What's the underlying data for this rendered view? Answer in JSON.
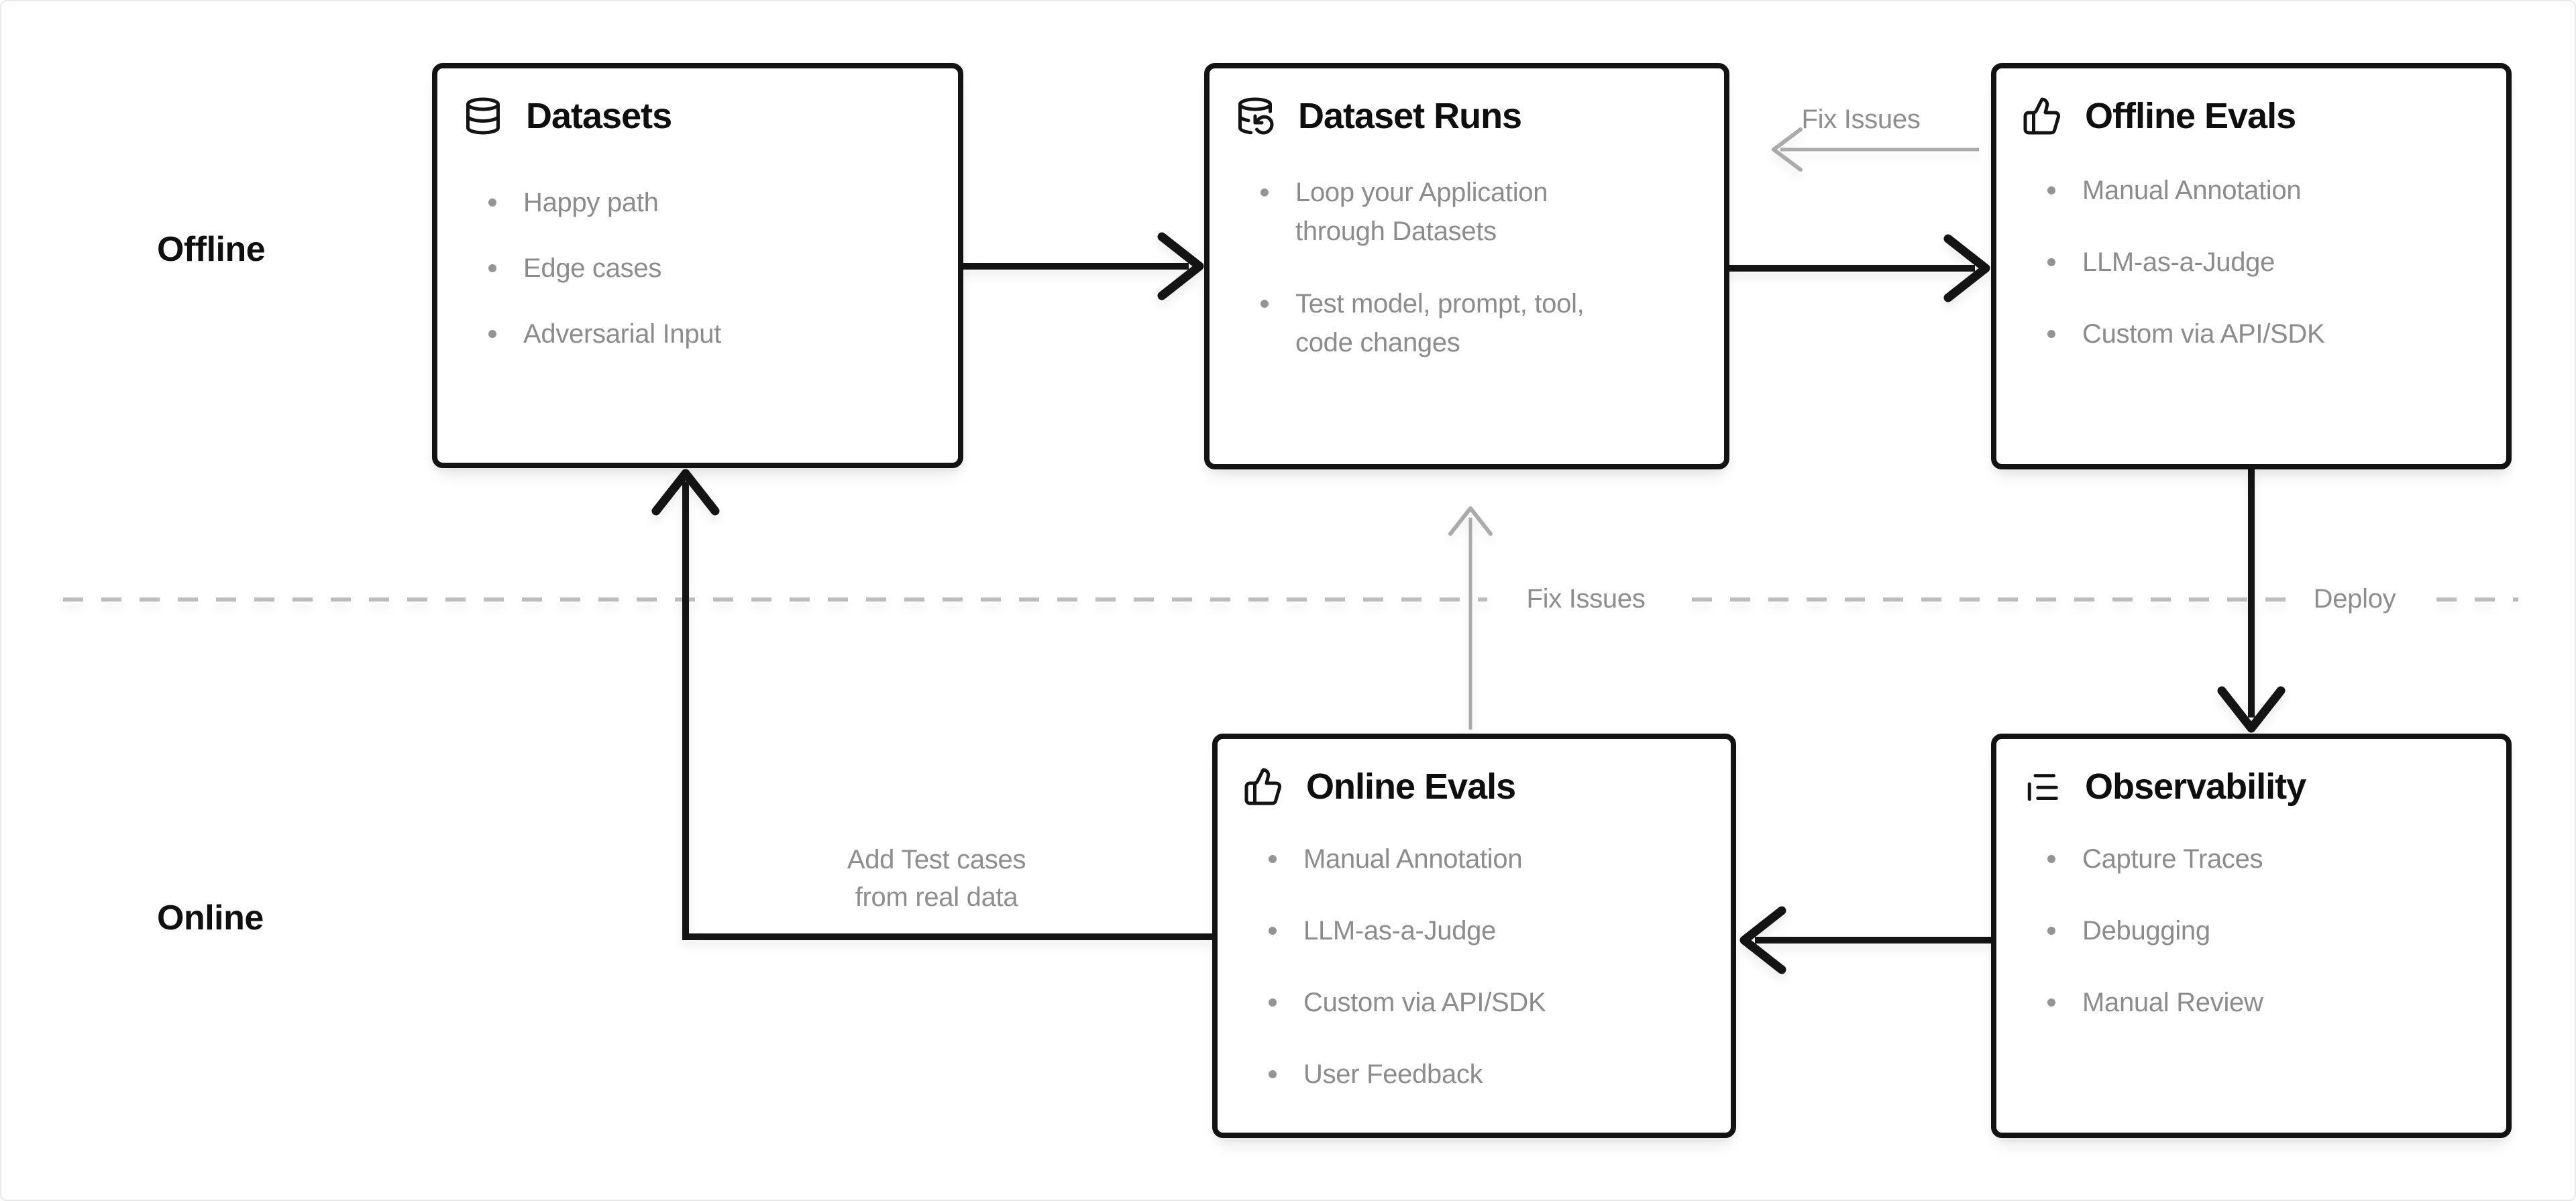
{
  "page": {
    "offline_label": "Offline",
    "online_label": "Online"
  },
  "boxes": {
    "datasets": {
      "title": "Datasets",
      "icon": "database-icon",
      "items": [
        "Happy path",
        "Edge cases",
        "Adversarial Input"
      ]
    },
    "dataset_runs": {
      "title": "Dataset Runs",
      "icon": "database-refresh-icon",
      "items": [
        "Loop your Application\nthrough Datasets",
        "Test model, prompt, tool,\ncode changes"
      ]
    },
    "offline_evals": {
      "title": "Offline Evals",
      "icon": "thumbs-up-icon",
      "items": [
        "Manual Annotation",
        "LLM-as-a-Judge",
        "Custom via API/SDK"
      ]
    },
    "online_evals": {
      "title": "Online Evals",
      "icon": "thumbs-up-icon",
      "items": [
        "Manual Annotation",
        "LLM-as-a-Judge",
        "Custom via API/SDK",
        "User Feedback"
      ]
    },
    "observability": {
      "title": "Observability",
      "icon": "trace-list-icon",
      "items": [
        "Capture Traces",
        "Debugging",
        "Manual Review"
      ]
    }
  },
  "connectors": {
    "fix_issues_top": "Fix Issues",
    "fix_issues_mid": "Fix Issues",
    "deploy": "Deploy",
    "add_test_cases": "Add Test cases\nfrom real data"
  },
  "colors": {
    "box_border": "#131313",
    "title_text": "#0e0e0e",
    "bullet_text": "#8c8c8c",
    "label_text": "#8e8e8e",
    "arrow_black": "#141414",
    "arrow_gray": "#ababab",
    "dashed_divider": "#bdbdbd",
    "background": "#ffffff"
  }
}
